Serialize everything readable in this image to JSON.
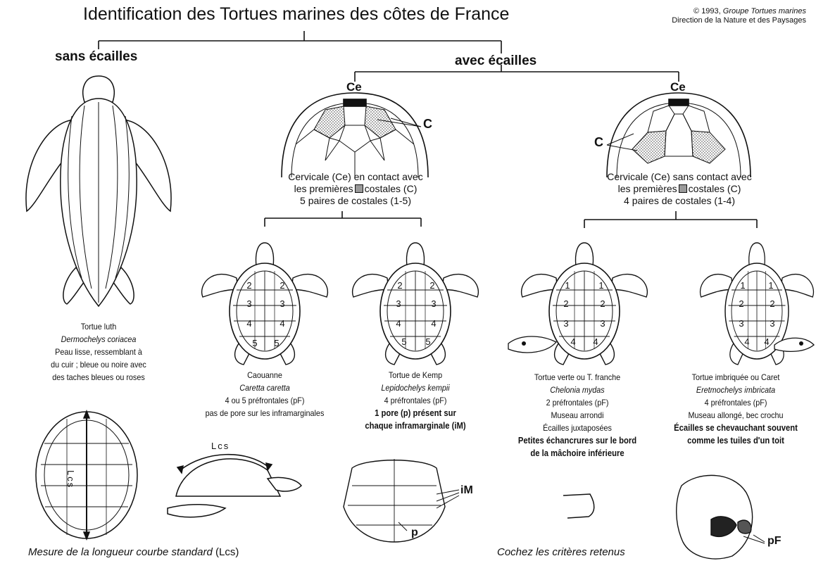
{
  "header": {
    "title": "Identification des Tortues marines des côtes de France",
    "copyright_prefix": "© 1993, ",
    "copyright_org": "Groupe Tortues marines",
    "copyright_line2": "Direction de la Nature et des Paysages"
  },
  "branches": {
    "left": "sans écailles",
    "right": "avec écailles"
  },
  "carapace_labels": {
    "ce": "Ce",
    "c": "C"
  },
  "criteria": {
    "left": {
      "line1": "Cervicale (Ce) en contact avec",
      "line2a": "les premières",
      "line2b": "costales (C)",
      "line3": "5 paires de costales (1-5)"
    },
    "right": {
      "line1": "Cervicale (Ce) sans contact avec",
      "line2a": "les premières",
      "line2b": "costales (C)",
      "line3": "4 paires de costales (1-4)"
    }
  },
  "species": [
    {
      "name": "Tortue luth",
      "latin": "Dermochelys coriacea",
      "lines": [
        "Peau lisse, ressemblant à",
        "du cuir ; bleue ou noire avec",
        "des taches bleues ou roses"
      ],
      "bold_lines": []
    },
    {
      "name": "Caouanne",
      "latin": "Caretta caretta",
      "lines": [
        "4 ou 5 préfrontales (pF)",
        "pas de pore sur les inframarginales"
      ],
      "bold_lines": []
    },
    {
      "name": "Tortue de Kemp",
      "latin": "Lepidochelys kempii",
      "lines": [
        "4 préfrontales  (pF)"
      ],
      "bold_lines": [
        "1 pore (p) présent sur",
        "chaque inframarginale (iM)"
      ]
    },
    {
      "name": "Tortue verte ou T. franche",
      "latin": "Chelonia mydas",
      "lines": [
        "2 préfrontales  (pF)",
        "Museau arrondi",
        "Écailles juxtaposées"
      ],
      "bold_lines": [
        "Petites échancrures sur le bord",
        "de la mâchoire inférieure"
      ]
    },
    {
      "name": "Tortue imbriquée ou Caret",
      "latin": "Eretmochelys imbricata",
      "lines": [
        "4 préfrontales  (pF)",
        "Museau allongé, bec crochu"
      ],
      "bold_lines": [
        "Écailles se chevauchant souvent",
        "comme les tuiles d'un toit"
      ]
    }
  ],
  "scute_numbers": {
    "five_pairs": [
      "2",
      "3",
      "4",
      "5"
    ],
    "four_pairs": [
      "1",
      "2",
      "3",
      "4"
    ]
  },
  "measure": {
    "lcs": "Lcs",
    "note_a": "Mesure de la longueur courbe standard",
    "note_b": " (Lcs)"
  },
  "detail_labels": {
    "im": "iM",
    "p": "p",
    "pf": "pF"
  },
  "footer": {
    "checklist_note": "Cochez les critères retenus"
  }
}
